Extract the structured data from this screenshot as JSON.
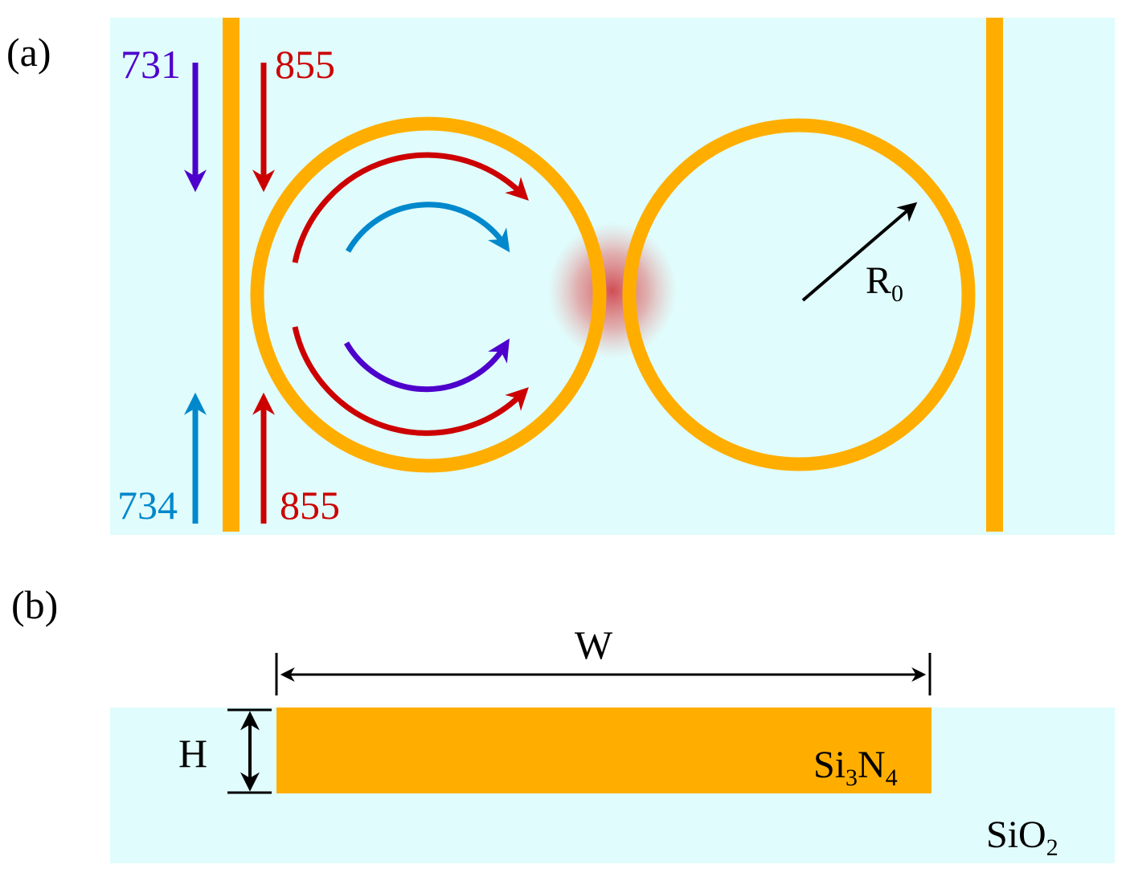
{
  "panel_a": {
    "label": "(a)",
    "input_labels": {
      "violet_in": "731",
      "red_in_top": "855",
      "blue_in": "734",
      "red_in_bottom": "855"
    },
    "radius_label": {
      "base": "R",
      "sub": "0"
    }
  },
  "panel_b": {
    "label": "(b)",
    "width_label": "W",
    "height_label": "H",
    "core_label": {
      "base": "Si",
      "sub1": "3",
      "mid": "N",
      "sub2": "4"
    },
    "cladding_label": {
      "base": "SiO",
      "sub": "2"
    }
  },
  "colors": {
    "background_cladding": "#e0fcfc",
    "waveguide_orange": "#ffae00",
    "arrow_violet": "#4d00cc",
    "arrow_red": "#cc0000",
    "arrow_blue": "#0088cc",
    "arrow_black": "#000000",
    "coupling_glow": "#d0444d"
  }
}
